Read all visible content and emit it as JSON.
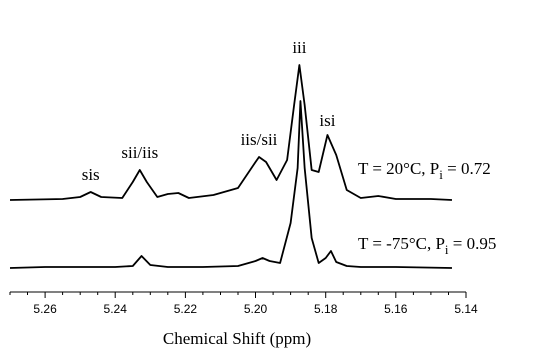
{
  "chart_data": {
    "type": "line",
    "title": "",
    "xlabel": "Chemical Shift (ppm)",
    "ylabel": "",
    "xlim": [
      5.27,
      5.14
    ],
    "x_reversed": true,
    "x_ticks": [
      "5.26",
      "5.24",
      "5.22",
      "5.20",
      "5.18",
      "5.16",
      "5.14"
    ],
    "grid": false,
    "y_axis_shown": false,
    "series": [
      {
        "condition": {
          "T": "T = 20°C, P",
          "sub": "i",
          "p": " = 0.72"
        },
        "x": [
          5.27,
          5.255,
          5.25,
          5.247,
          5.244,
          5.238,
          5.235,
          5.233,
          5.231,
          5.228,
          5.225,
          5.222,
          5.219,
          5.212,
          5.205,
          5.2,
          5.199,
          5.197,
          5.194,
          5.191,
          5.189,
          5.1875,
          5.186,
          5.184,
          5.182,
          5.1795,
          5.177,
          5.174,
          5.17,
          5.165,
          5.16,
          5.15,
          5.144
        ],
        "y": [
          0.0,
          0.01,
          0.03,
          0.08,
          0.03,
          0.02,
          0.18,
          0.3,
          0.18,
          0.03,
          0.06,
          0.07,
          0.02,
          0.05,
          0.12,
          0.38,
          0.43,
          0.38,
          0.2,
          0.4,
          0.95,
          1.35,
          0.95,
          0.3,
          0.28,
          0.65,
          0.45,
          0.1,
          0.02,
          0.04,
          0.01,
          0.01,
          0.0
        ]
      },
      {
        "condition": {
          "T": "T = -75°C, P",
          "sub": "i",
          "p": " = 0.95"
        },
        "x": [
          5.27,
          5.26,
          5.24,
          5.235,
          5.2325,
          5.23,
          5.225,
          5.215,
          5.205,
          5.2,
          5.198,
          5.196,
          5.193,
          5.19,
          5.188,
          5.1872,
          5.186,
          5.184,
          5.182,
          5.18,
          5.1785,
          5.177,
          5.174,
          5.17,
          5.16,
          5.144
        ],
        "y": [
          0.0,
          0.01,
          0.01,
          0.02,
          0.12,
          0.03,
          0.01,
          0.01,
          0.02,
          0.07,
          0.1,
          0.07,
          0.05,
          0.45,
          1.0,
          1.67,
          1.0,
          0.3,
          0.05,
          0.1,
          0.17,
          0.06,
          0.02,
          0.01,
          0.01,
          0.0
        ]
      }
    ],
    "annotations": [
      {
        "text": "sis",
        "x": 5.247
      },
      {
        "text": "sii/iis",
        "x": 5.233
      },
      {
        "text": "iis/sii",
        "x": 5.199
      },
      {
        "text": "iii",
        "x": 5.1875
      },
      {
        "text": "isi",
        "x": 5.1795
      }
    ]
  }
}
